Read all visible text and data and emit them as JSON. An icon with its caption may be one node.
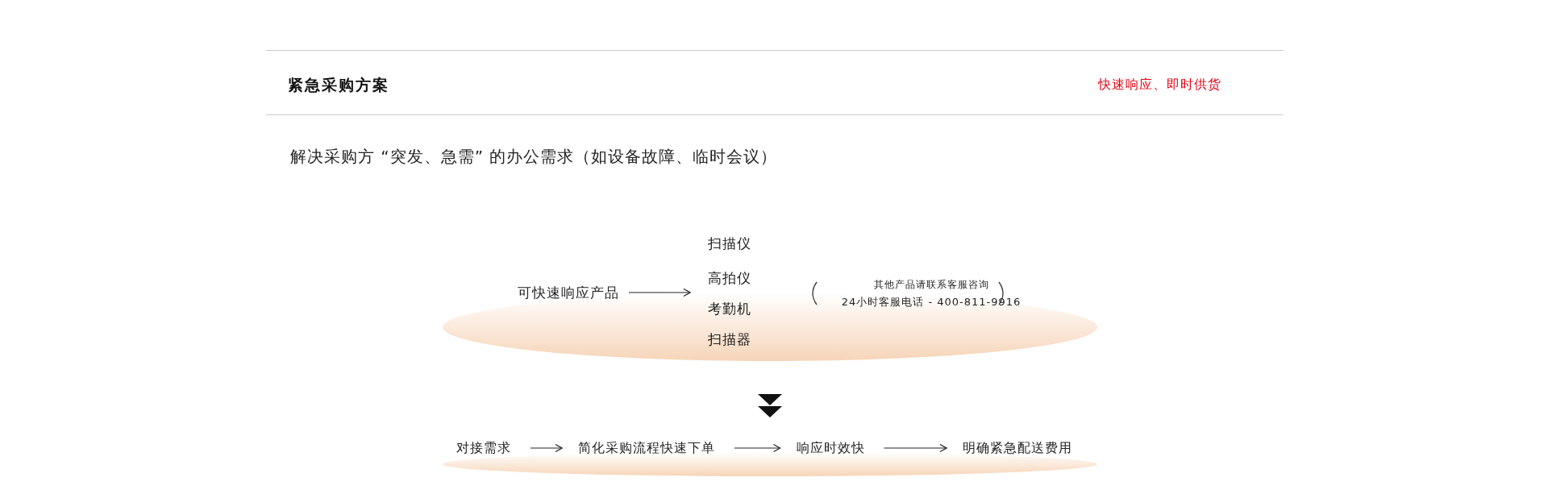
{
  "diagram": {
    "title": "紧急采购方案",
    "nodes": [
      {
        "text": [
          "可快速响应产品"
        ]
      },
      {
        "text": [
          "扫描仪"
        ]
      },
      {
        "text": [
          "高拍仪"
        ]
      },
      {
        "text": [
          "考勤机"
        ]
      },
      {
        "text": [
          "扫描器"
        ]
      },
      {
        "text": [
          "对接需求"
        ]
      },
      {
        "text": [
          "简化采购流程快速下单"
        ]
      },
      {
        "text": [
          "响应时效快"
        ]
      },
      {
        "text": [
          "明确紧急配送费用"
        ]
      }
    ],
    "edges": [
      {
        "from": 0,
        "to": 1,
        "arrow": "to"
      },
      {
        "from": 0,
        "to": 2,
        "arrow": "to"
      },
      {
        "from": 0,
        "to": 3,
        "arrow": "to"
      },
      {
        "from": 0,
        "to": 4,
        "arrow": "to"
      },
      {
        "from": 5,
        "to": 6,
        "arrow": "to"
      },
      {
        "from": 6,
        "to": 7,
        "arrow": "to"
      },
      {
        "from": 7,
        "to": 8,
        "arrow": "to"
      }
    ],
    "labels": [
      "快速响应、即时供货",
      "解决采购方 “突发、急需” 的办公需求（如设备故障、临时会议）",
      "其他产品请联系客服咨询",
      "24小时客服电话 - 400-811-9916"
    ]
  }
}
